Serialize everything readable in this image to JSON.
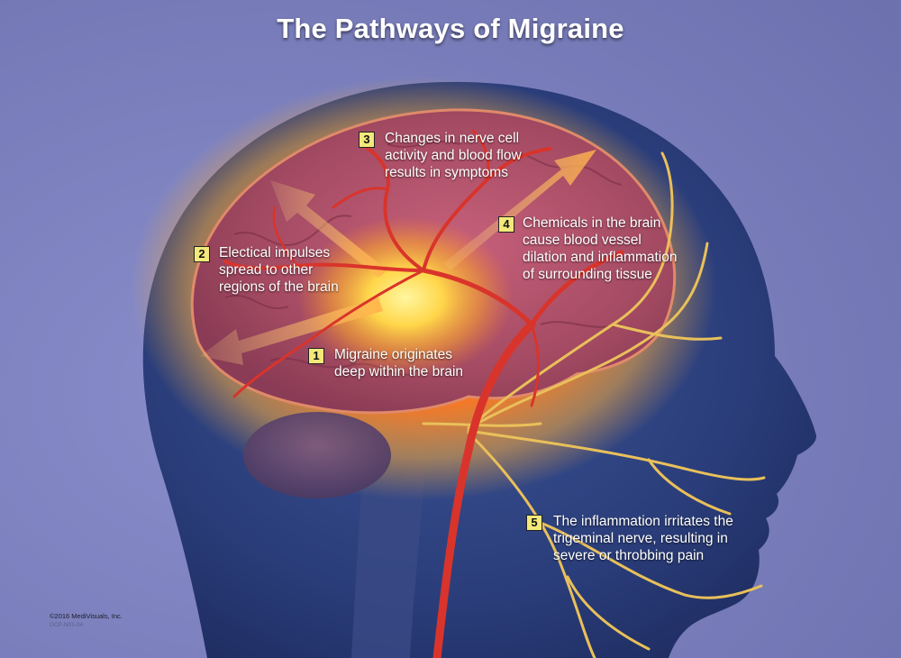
{
  "title": "The Pathways of Migraine",
  "callouts": [
    {
      "number": "1",
      "lines": [
        "Migraine originates",
        "deep within the brain"
      ]
    },
    {
      "number": "2",
      "lines": [
        "Electical impulses",
        "spread to other",
        "regions of the brain"
      ]
    },
    {
      "number": "3",
      "lines": [
        "Changes in nerve cell",
        "activity and blood flow",
        "results in symptoms"
      ]
    },
    {
      "number": "4",
      "lines": [
        "Chemicals in the brain",
        "cause blood vessel",
        "dilation and inflammation",
        "of surrounding tissue"
      ]
    },
    {
      "number": "5",
      "lines": [
        "The inflammation irritates the",
        "trigeminal nerve, resulting in",
        "severe or throbbing pain"
      ]
    }
  ],
  "copyright": "©2016 MediVisuals, Inc.",
  "image_code": "DCP-N01-04",
  "colors": {
    "background": "#7377b4",
    "head": "#2b3d78",
    "brain": "#a8475c",
    "glow": "#f7a33a",
    "vessel": "#d9342b",
    "nerve": "#e9c05a",
    "badge": "#f3e97a"
  }
}
